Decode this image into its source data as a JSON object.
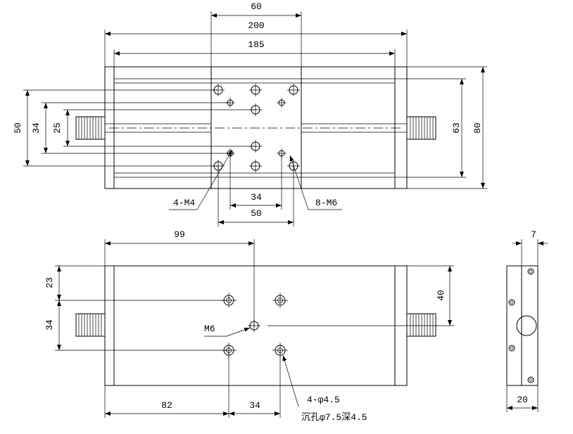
{
  "top_view": {
    "dims": {
      "w60": "60",
      "w200": "200",
      "w185": "185",
      "h50": "50",
      "h34": "34",
      "h25": "25",
      "h63": "63",
      "h80": "80",
      "b34": "34",
      "b50": "50"
    },
    "callouts": {
      "m4": "4-M4",
      "m6": "8-M6"
    }
  },
  "front_view": {
    "dims": {
      "w99": "99",
      "h23": "23",
      "h34": "34",
      "h40": "40",
      "b82": "82",
      "b34": "34"
    },
    "callouts": {
      "m6": "M6",
      "hole": "4-φ4.5",
      "counterbore": "沉孔φ7.5深4.5"
    }
  },
  "side_view": {
    "dims": {
      "w7": "7",
      "w20": "20"
    }
  }
}
